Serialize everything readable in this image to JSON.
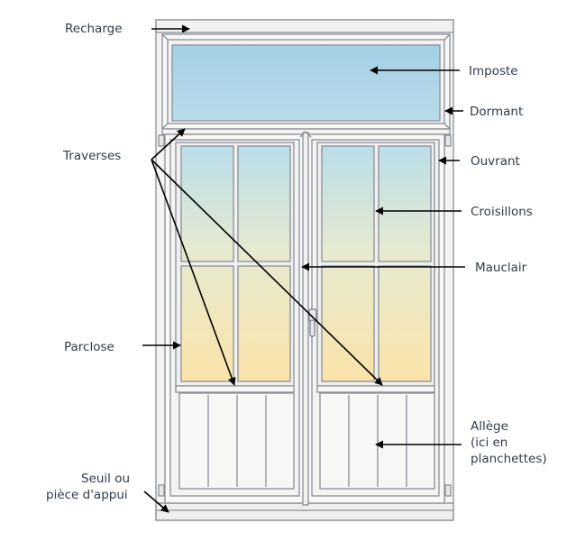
{
  "labels": {
    "recharge": "Recharge",
    "imposte": "Imposte",
    "dormant": "Dormant",
    "traverses": "Traverses",
    "ouvrant": "Ouvrant",
    "croisillons": "Croisillons",
    "mauclair": "Mauclair",
    "parclose": "Parclose",
    "allege_line1": "Allège",
    "allege_line2": "(ici en",
    "allege_line3": "planchettes)",
    "seuil_line1": "Seuil ou",
    "seuil_line2": "pièce d'appui"
  },
  "colors": {
    "frame_stroke": "#8a9099",
    "frame_fill": "#f6f6f4",
    "imposte_glass": "#a9d2e6",
    "glass_top": "#b9dde9",
    "glass_bottom": "#fbe3a8",
    "arrow": "#000000",
    "label_text": "#2f3a4a"
  }
}
